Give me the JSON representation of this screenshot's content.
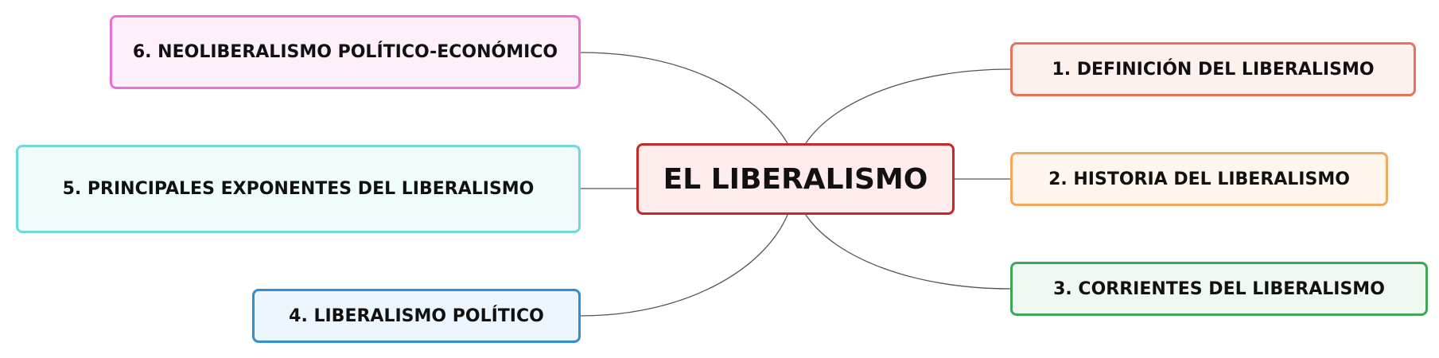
{
  "center": {
    "label": "EL LIBERALISMO",
    "border": "#c62828",
    "fill": "#fdeceb"
  },
  "topics": [
    {
      "id": "n1",
      "label": "1. DEFINICIÓN DEL LIBERALISMO",
      "border": "#e8735a",
      "fill": "#fdf1ee"
    },
    {
      "id": "n2",
      "label": "2. HISTORIA DEL LIBERALISMO",
      "border": "#f2a95c",
      "fill": "#fef6ee"
    },
    {
      "id": "n3",
      "label": "3. CORRIENTES DEL LIBERALISMO",
      "border": "#3fa656",
      "fill": "#eff8f1"
    },
    {
      "id": "n4",
      "label": "4. LIBERALISMO POLÍTICO",
      "border": "#2f8fd1",
      "fill": "#eef6fd"
    },
    {
      "id": "n5",
      "label": "5. PRINCIPALES EXPONENTES DEL LIBERALISMO",
      "border": "#6fd9d9",
      "fill": "#f0fcfb"
    },
    {
      "id": "n6",
      "label": "6. NEOLIBERALISMO POLÍTICO-ECONÓMICO",
      "border": "#e86fd6",
      "fill": "#fdf0fb"
    }
  ],
  "connector_color": "#555555"
}
